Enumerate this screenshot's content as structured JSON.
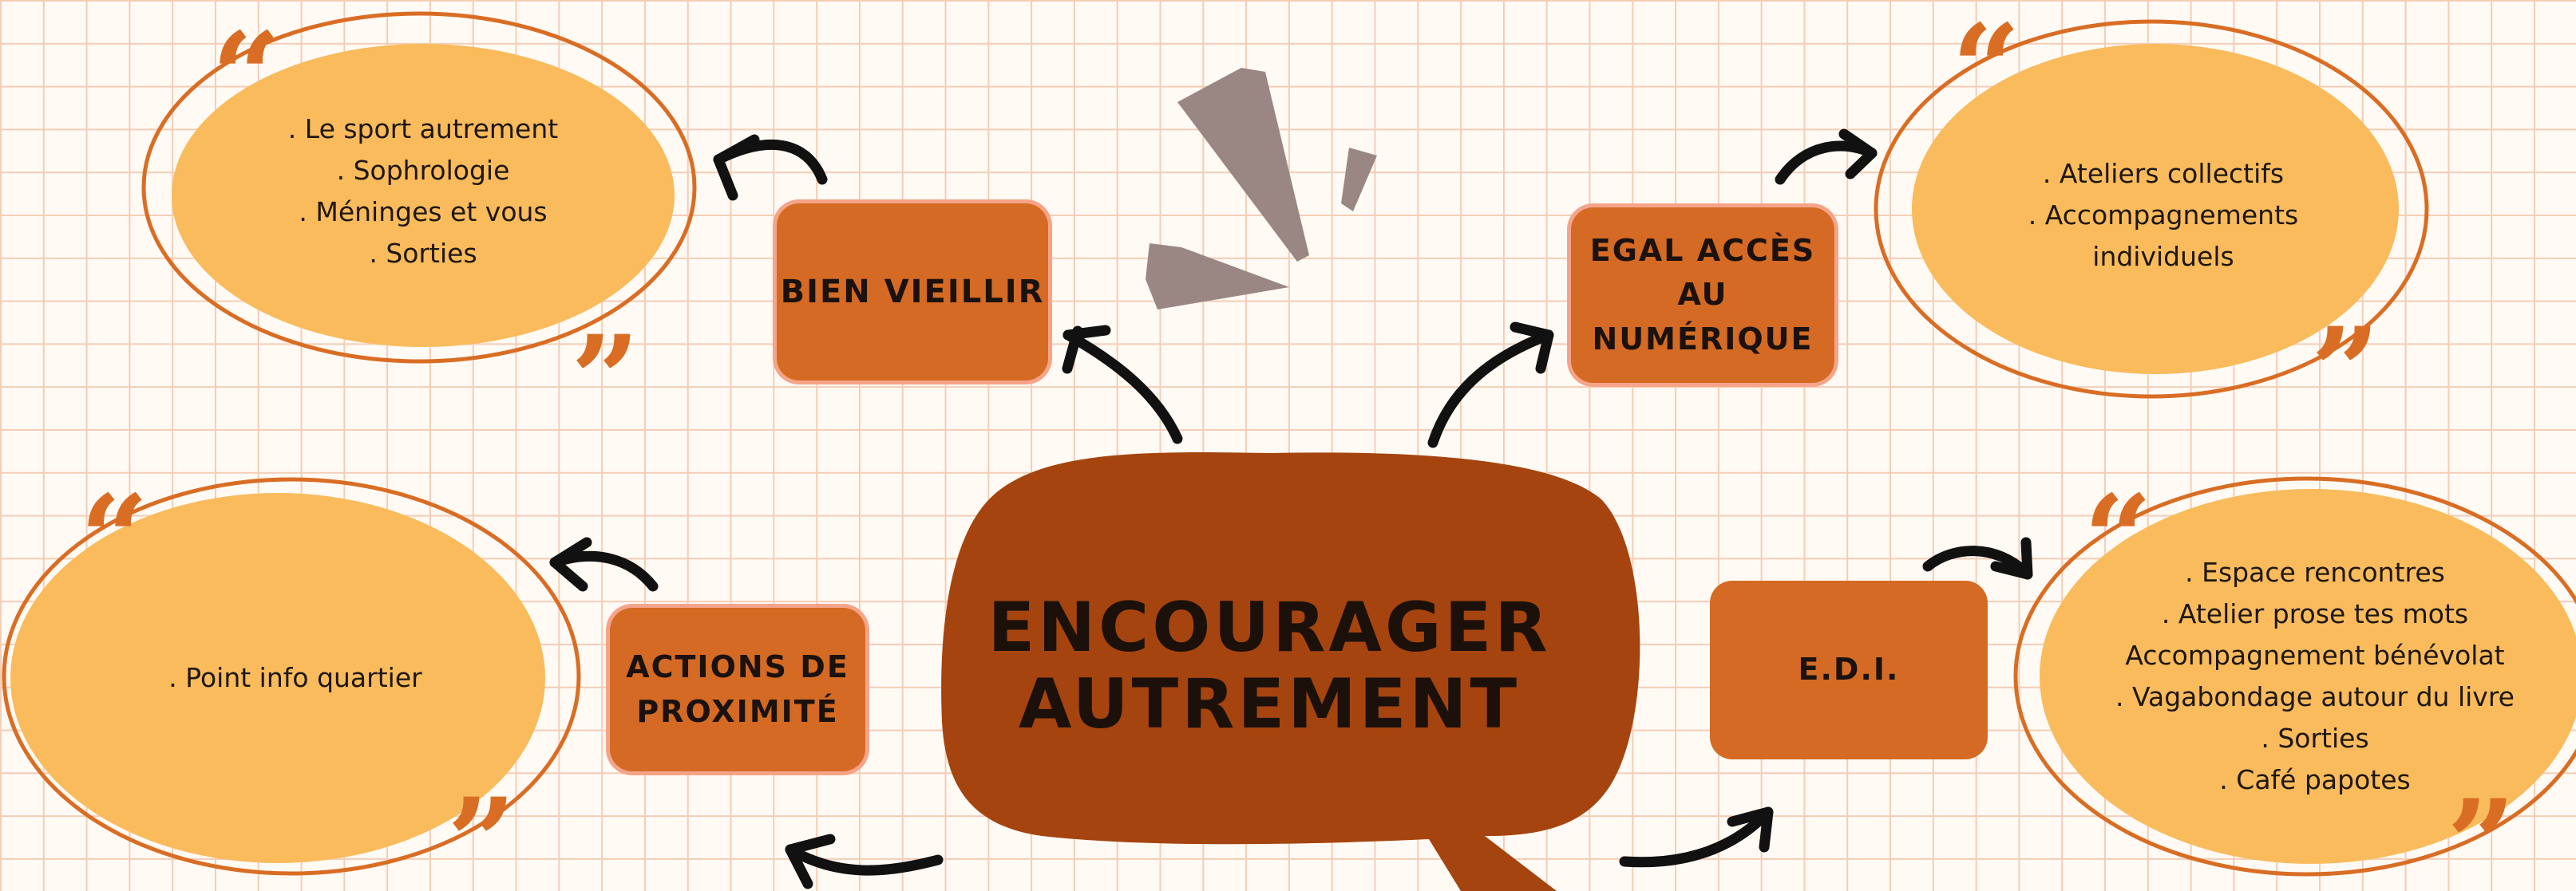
{
  "central": {
    "title_line1": "ENCOURAGER",
    "title_line2": "AUTREMENT"
  },
  "branches": [
    {
      "label": "BIEN VIEILLIR",
      "items": [
        ". Le sport autrement",
        ". Sophrologie",
        ". Méninges et vous",
        ". Sorties"
      ]
    },
    {
      "label": "EGAL ACCÈS\nAU\nNUMÉRIQUE",
      "items": [
        ". Ateliers collectifs",
        ". Accompagnements",
        "individuels"
      ]
    },
    {
      "label": "ACTIONS DE\nPROXIMITÉ",
      "items": [
        ". Point info quartier"
      ]
    },
    {
      "label": "E.D.I.",
      "items": [
        ". Espace rencontres",
        ". Atelier prose tes mots",
        "Accompagnement bénévolat",
        ". Vagabondage autour du livre",
        ". Sorties",
        ". Café papotes"
      ]
    }
  ],
  "colors": {
    "background": "#fffaf4",
    "grid": "#f4cdb6",
    "central_bubble": "#a5440f",
    "branch_box": "#d46a24",
    "list_ellipse": "#f9bb5c",
    "ellipse_outline": "#d96d24",
    "quote_marks": "#d96d24",
    "arrows": "#111111",
    "deco_shapes": "#9a8784"
  },
  "icons": {
    "quote_open": "opening-quotation-mark-icon",
    "quote_close": "closing-quotation-mark-icon",
    "arrow": "curved-arrow-icon",
    "burst": "burst-decoration-icon"
  }
}
